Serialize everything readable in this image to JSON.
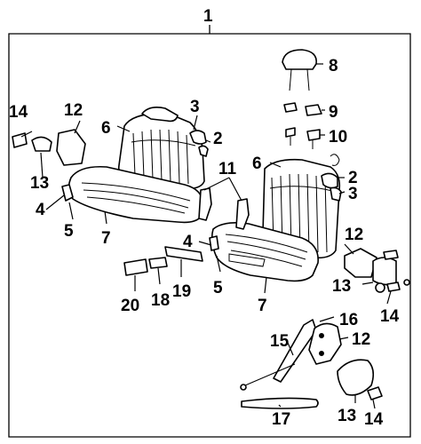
{
  "diagram": {
    "callouts": [
      {
        "id": "c1",
        "label": "1"
      },
      {
        "id": "c2a",
        "label": "2"
      },
      {
        "id": "c2b",
        "label": "2"
      },
      {
        "id": "c3a",
        "label": "3"
      },
      {
        "id": "c3b",
        "label": "3"
      },
      {
        "id": "c4a",
        "label": "4"
      },
      {
        "id": "c4b",
        "label": "4"
      },
      {
        "id": "c5a",
        "label": "5"
      },
      {
        "id": "c5b",
        "label": "5"
      },
      {
        "id": "c6a",
        "label": "6"
      },
      {
        "id": "c6b",
        "label": "6"
      },
      {
        "id": "c7a",
        "label": "7"
      },
      {
        "id": "c7b",
        "label": "7"
      },
      {
        "id": "c8",
        "label": "8"
      },
      {
        "id": "c9",
        "label": "9"
      },
      {
        "id": "c10",
        "label": "10"
      },
      {
        "id": "c11",
        "label": "11"
      },
      {
        "id": "c12a",
        "label": "12"
      },
      {
        "id": "c12b",
        "label": "12"
      },
      {
        "id": "c12c",
        "label": "12"
      },
      {
        "id": "c13a",
        "label": "13"
      },
      {
        "id": "c13b",
        "label": "13"
      },
      {
        "id": "c13c",
        "label": "13"
      },
      {
        "id": "c14a",
        "label": "14"
      },
      {
        "id": "c14b",
        "label": "14"
      },
      {
        "id": "c14c",
        "label": "14"
      },
      {
        "id": "c15",
        "label": "15"
      },
      {
        "id": "c16",
        "label": "16"
      },
      {
        "id": "c17",
        "label": "17"
      },
      {
        "id": "c18",
        "label": "18"
      },
      {
        "id": "c19",
        "label": "19"
      },
      {
        "id": "c20",
        "label": "20"
      }
    ]
  }
}
